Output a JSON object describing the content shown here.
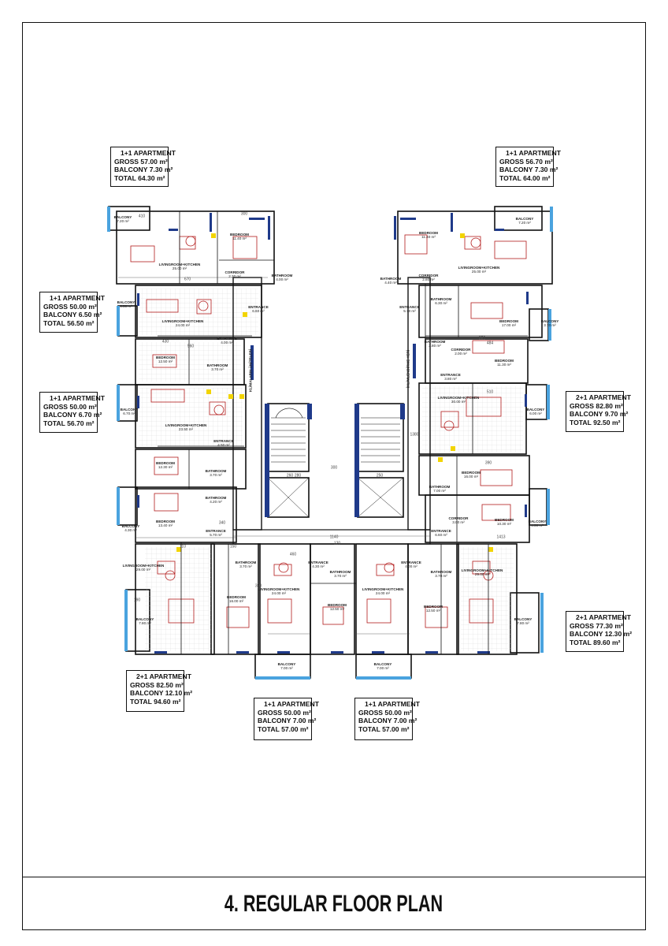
{
  "title": "4. REGULAR FLOOR PLAN",
  "colors": {
    "wall": "#111111",
    "window": "#1f3a8a",
    "balcony_glass": "#4aa3df",
    "furniture": "#b31b1b",
    "accent_yellow": "#f2d400",
    "dimension": "#444444"
  },
  "apartments": [
    {
      "id": "nw-top",
      "type": "1+1 APARTMENT",
      "gross": "GROSS 57.00 m²",
      "balcony": "BALCONY 7.30 m²",
      "total": "TOTAL 64.30 m²"
    },
    {
      "id": "ne-top",
      "type": "1+1 APARTMENT",
      "gross": "GROSS 56.70 m²",
      "balcony": "BALCONY 7.30 m²",
      "total": "TOTAL 64.00 m²"
    },
    {
      "id": "w-upper",
      "type": "1+1 APARTMENT",
      "gross": "GROSS 50.00 m²",
      "balcony": "BALCONY 6.50 m²",
      "total": "TOTAL 56.50 m²"
    },
    {
      "id": "w-middle",
      "type": "1+1 APARTMENT",
      "gross": "GROSS 50.00 m²",
      "balcony": "BALCONY 6.70 m²",
      "total": "TOTAL 56.70 m²"
    },
    {
      "id": "e-middle",
      "type": "2+1 APARTMENT",
      "gross": "GROSS 82.80 m²",
      "balcony": "BALCONY 9.70 m²",
      "total": "TOTAL 92.50 m²"
    },
    {
      "id": "e-lower",
      "type": "2+1 APARTMENT",
      "gross": "GROSS 77.30 m²",
      "balcony": "BALCONY 12.30 m²",
      "total": "TOTAL 89.60 m²"
    },
    {
      "id": "sw",
      "type": "2+1 APARTMENT",
      "gross": "GROSS 82.50 m²",
      "balcony": "BALCONY 12.10 m²",
      "total": "TOTAL 94.60 m²"
    },
    {
      "id": "s-left",
      "type": "1+1 APARTMENT",
      "gross": "GROSS 50.00 m²",
      "balcony": "BALCONY 7.00 m²",
      "total": "TOTAL 57.00 m²"
    },
    {
      "id": "s-right",
      "type": "1+1 APARTMENT",
      "gross": "GROSS 50.00 m²",
      "balcony": "BALCONY 7.00 m²",
      "total": "TOTAL 57.00 m²"
    }
  ],
  "rooms": [
    {
      "name": "LIVINGROOM+KITCHEN",
      "area": "25.00 m²"
    },
    {
      "name": "BEDROOM",
      "area": "11.40 m²"
    },
    {
      "name": "CORRIDOR",
      "area": "2.30 m²"
    },
    {
      "name": "BATHROOM",
      "area": "4.00 m²"
    },
    {
      "name": "BALCONY",
      "area": "7.20 m²"
    },
    {
      "name": "ENTRANCE",
      "area": "6.60 m²"
    },
    {
      "name": "LIVINGROOM+KITCHEN",
      "area": "24.00 m²"
    },
    {
      "name": "BALCONY",
      "area": "6.50 m²"
    },
    {
      "name": "ENTRANCE",
      "area": "4.00 m²"
    },
    {
      "name": "BEDROOM",
      "area": "12.50 m²"
    },
    {
      "name": "BATHROOM",
      "area": "3.70 m²"
    },
    {
      "name": "LIVINGROOM+KITCHEN",
      "area": "23.50 m²"
    },
    {
      "name": "BALCONY",
      "area": "6.70 m²"
    },
    {
      "name": "ENTRANCE",
      "area": "4.50 m²"
    },
    {
      "name": "BEDROOM",
      "area": "12.30 m²"
    },
    {
      "name": "BATHROOM",
      "area": "3.70 m²"
    },
    {
      "name": "BATHROOM",
      "area": "4.20 m²"
    },
    {
      "name": "BEDROOM",
      "area": "13.40 m²"
    },
    {
      "name": "BALCONY",
      "area": "4.30 m²"
    },
    {
      "name": "ENTRANCE",
      "area": "5.70 m²"
    },
    {
      "name": "BEDROOM",
      "area": "11.40 m²"
    },
    {
      "name": "CORRIDOR",
      "area": "2.80 m²"
    },
    {
      "name": "BATHROOM",
      "area": "4.40 m²"
    },
    {
      "name": "LIVINGROOM+KITCHEN",
      "area": "25.00 m²"
    },
    {
      "name": "BALCONY",
      "area": "7.20 m²"
    },
    {
      "name": "ENTRANCE",
      "area": "5.70 m²"
    },
    {
      "name": "BATHROOM",
      "area": "6.30 m²"
    },
    {
      "name": "BEDROOM",
      "area": "17.00 m²"
    },
    {
      "name": "BALCONY",
      "area": "3.70 m²"
    },
    {
      "name": "BATHROOM",
      "area": "3.80 m²"
    },
    {
      "name": "CORRIDOR",
      "area": "2.00 m²"
    },
    {
      "name": "BEDROOM",
      "area": "11.30 m²"
    },
    {
      "name": "ENTRANCE",
      "area": "3.80 m²"
    },
    {
      "name": "LIVINGROOM+KITCHEN",
      "area": "30.00 m²"
    },
    {
      "name": "BALCONY",
      "area": "6.00 m²"
    },
    {
      "name": "BEDROOM",
      "area": "16.00 m²"
    },
    {
      "name": "BATHROOM",
      "area": "7.00 m²"
    },
    {
      "name": "CORRIDOR",
      "area": "3.00 m²"
    },
    {
      "name": "BEDROOM",
      "area": "10.30 m²"
    },
    {
      "name": "BALCONY",
      "area": "4.30 m²"
    },
    {
      "name": "ENTRANCE",
      "area": "6.60 m²"
    },
    {
      "name": "LIVINGROOM+KITCHEN",
      "area": "29.00 m²"
    },
    {
      "name": "BALCONY",
      "area": "7.80 m²"
    },
    {
      "name": "BEDROOM",
      "area": "16.00 m²"
    },
    {
      "name": "BATHROOM",
      "area": "3.70 m²"
    },
    {
      "name": "LIVINGROOM+KITCHEN",
      "area": "24.00 m²"
    },
    {
      "name": "ENTRANCE",
      "area": "4.30 m²"
    },
    {
      "name": "BATHROOM",
      "area": "3.70 m²"
    },
    {
      "name": "BEDROOM",
      "area": "12.50 m²"
    },
    {
      "name": "BALCONY",
      "area": "7.00 m²"
    },
    {
      "name": "LIVINGROOM+KITCHEN",
      "area": "24.00 m²"
    },
    {
      "name": "ENTRANCE",
      "area": "4.00 m²"
    },
    {
      "name": "BATHROOM",
      "area": "3.70 m²"
    },
    {
      "name": "BEDROOM",
      "area": "12.50 m²"
    },
    {
      "name": "BALCONY",
      "area": "7.00 m²"
    },
    {
      "name": "LIVINGROOM+KITCHEN",
      "area": "29.00 m²"
    },
    {
      "name": "BALCONY",
      "area": "7.80 m²"
    }
  ],
  "shafts": [
    {
      "label": "KLİMALARIN ÜNİTELERİ"
    },
    {
      "label": "İKLİMLENDİRME YERİ"
    }
  ],
  "dimensions": [
    "410",
    "300",
    "670",
    "430",
    "560",
    "340",
    "1140",
    "300",
    "280",
    "250",
    "260",
    "460",
    "190",
    "120",
    "110",
    "150",
    "380",
    "484",
    "510",
    "390",
    "350",
    "1413",
    "1380"
  ]
}
